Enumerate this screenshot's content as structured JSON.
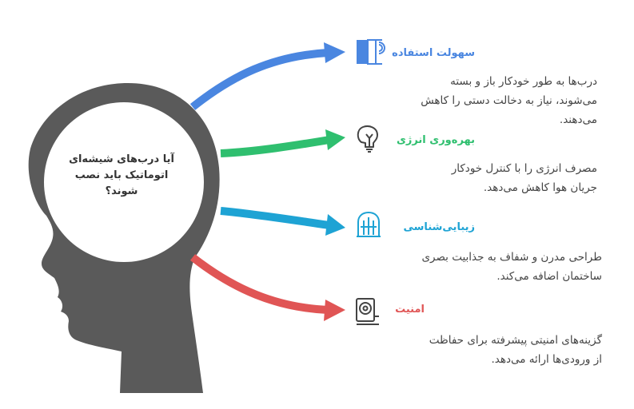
{
  "question": {
    "line1": "آیا درب‌های شیشه‌ای",
    "line2": "اتوماتیک باید نصب",
    "line3": "شوند؟"
  },
  "items": [
    {
      "title": "سهولت استفاده",
      "line1": "درب‌ها به طور خودکار باز و بسته",
      "line2": "می‌شوند، نیاز به دخالت دستی را کاهش",
      "line3": "می‌دهند.",
      "color": "#4a86e0",
      "icon": "automatic-door-icon"
    },
    {
      "title": "بهره‌وری انرژی",
      "line1": "مصرف انرژی را با کنترل خودکار",
      "line2": "جریان هوا کاهش می‌دهد.",
      "color": "#2fbf6f",
      "icon": "light-bulb-icon"
    },
    {
      "title": "زیبایی‌شناسی",
      "line1": "طراحی مدرن و شفاف به جذابیت بصری",
      "line2": "ساختمان اضافه می‌کند.",
      "color": "#1ea3d4",
      "icon": "building-icon"
    },
    {
      "title": "امنیت",
      "line1": "گزینه‌های امنیتی پیشرفته برای حفاظت",
      "line2": "از ورودی‌ها ارائه می‌دهد.",
      "color": "#e05555",
      "icon": "security-camera-icon"
    }
  ],
  "colors": {
    "head": "#5a5a5a",
    "circle": "#ffffff",
    "text": "#333333"
  }
}
